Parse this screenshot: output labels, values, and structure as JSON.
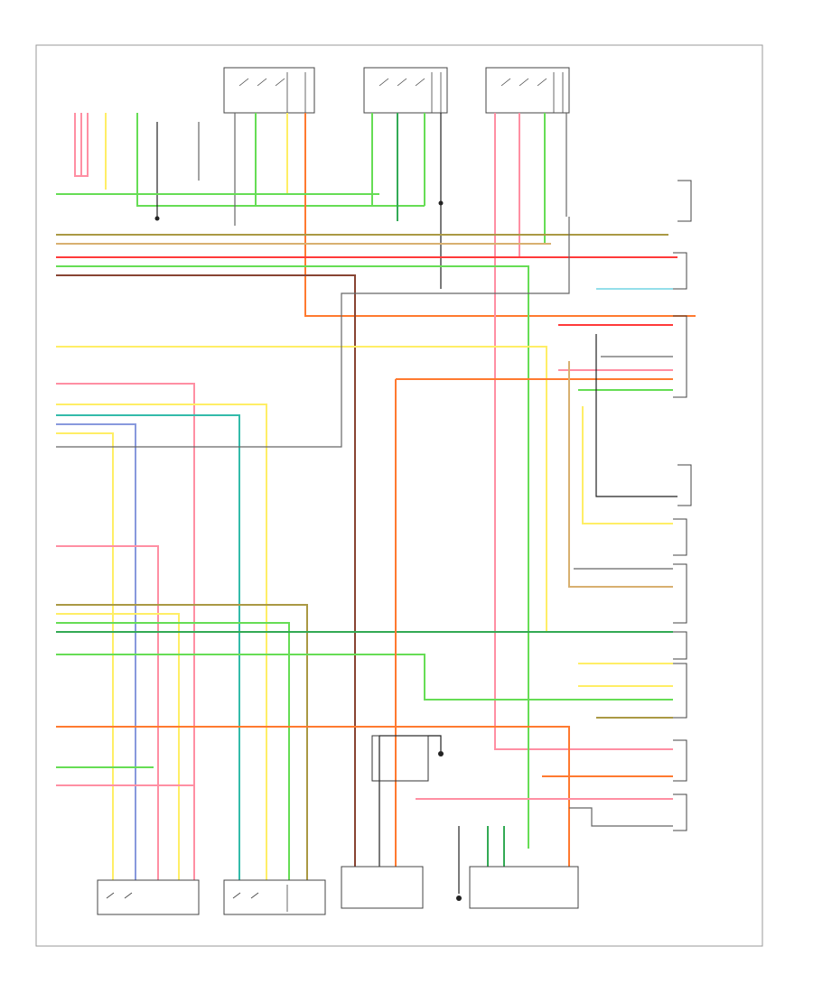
{
  "diagram": {
    "frame_code": "",
    "title_rows": [],
    "wire_colors": {
      "pink": "#ff8fa3",
      "red": "#ff3a3a",
      "orange": "#ff7a30",
      "yellow": "#ffee66",
      "lightgreen": "#66dd55",
      "green": "#33aa55",
      "teal": "#33bbaa",
      "cyan": "#55ccdd",
      "olive": "#aa9944",
      "tan": "#d8b070",
      "grey": "#666666",
      "black": "#222222",
      "lightblue": "#8899dd",
      "brown": "#884433"
    },
    "components": [
      {
        "id": "c1",
        "name": "component-box",
        "label": ""
      },
      {
        "id": "c2",
        "name": "component-box",
        "label": ""
      },
      {
        "id": "c3",
        "name": "component-box",
        "label": ""
      },
      {
        "id": "c4",
        "name": "component-box",
        "label": ""
      },
      {
        "id": "c5",
        "name": "component-box",
        "label": ""
      },
      {
        "id": "c6",
        "name": "component-box",
        "label": ""
      },
      {
        "id": "c7",
        "name": "component-box",
        "label": ""
      }
    ]
  }
}
